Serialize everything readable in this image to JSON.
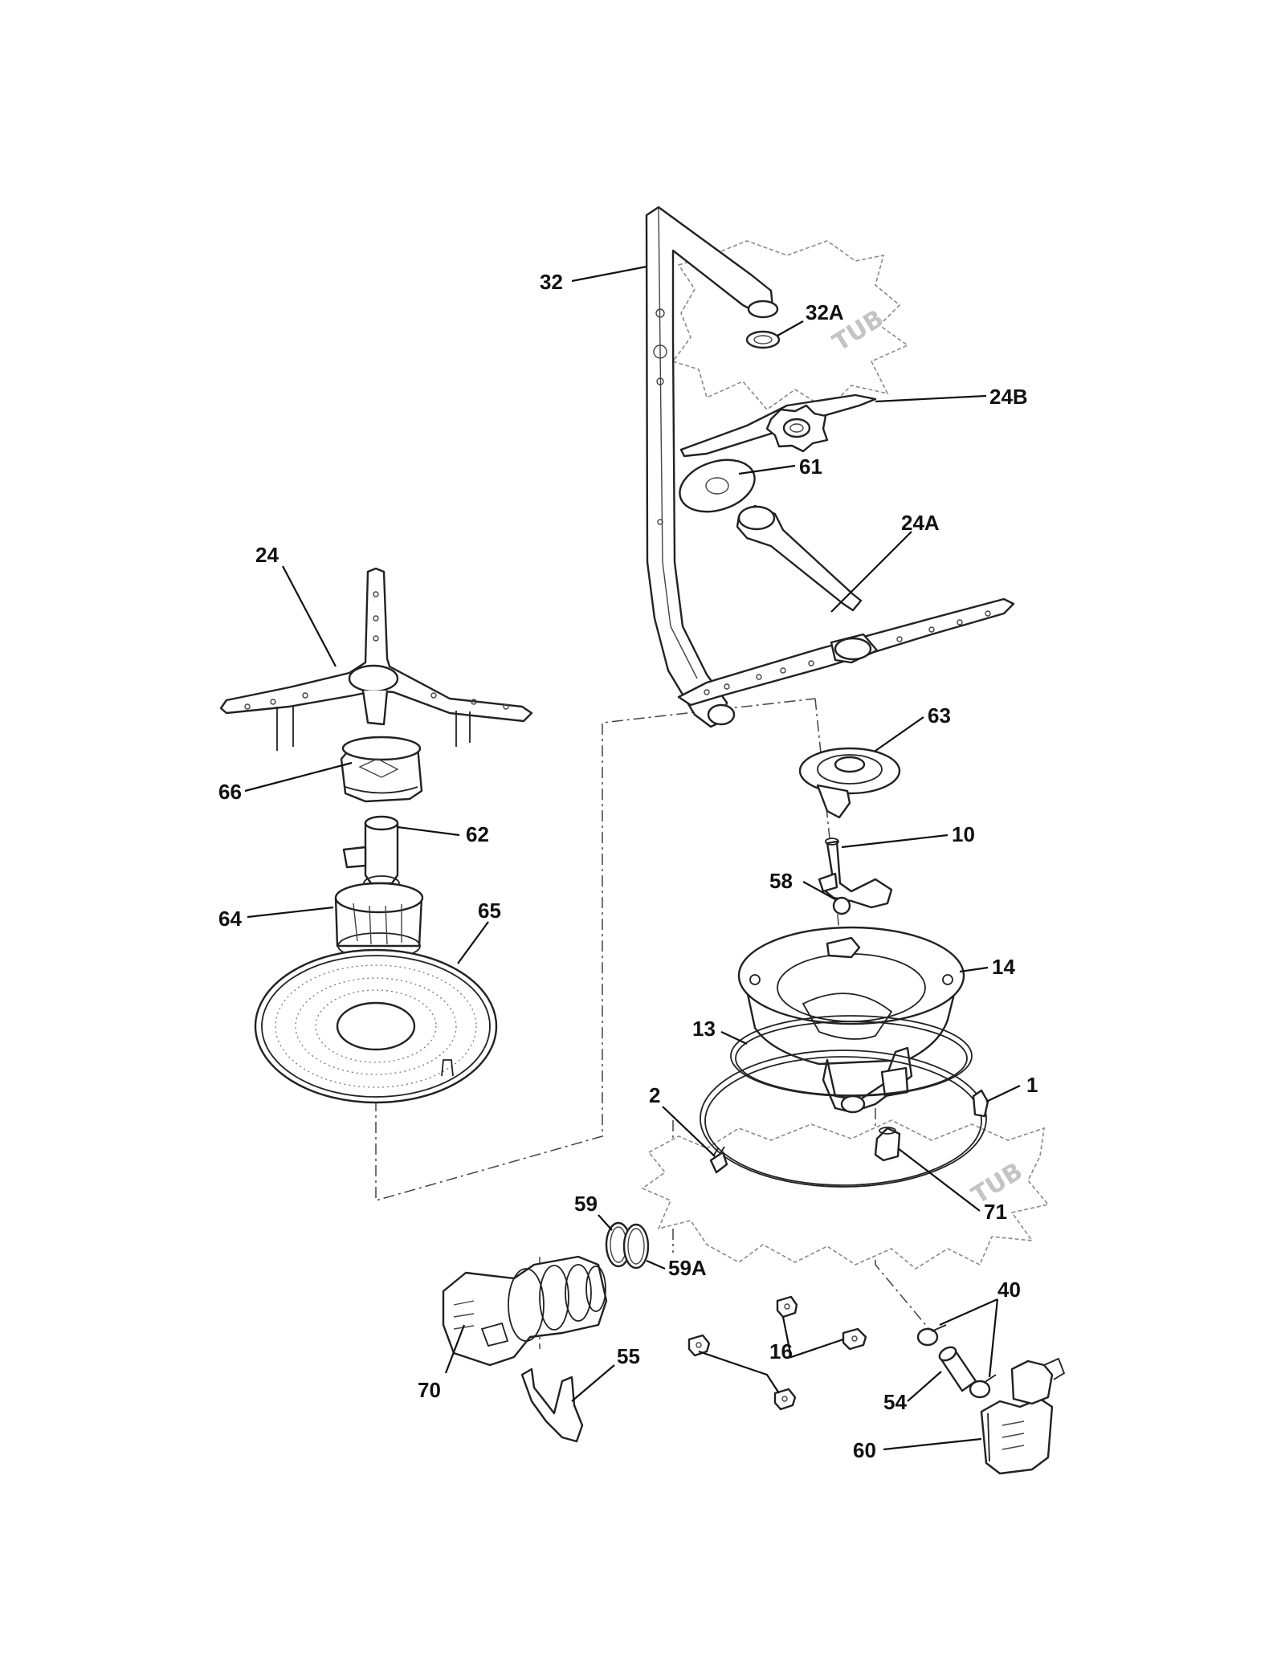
{
  "diagram": {
    "tub_label": "TUB",
    "callouts": {
      "p1": "1",
      "p2": "2",
      "p10": "10",
      "p13": "13",
      "p14": "14",
      "p16": "16",
      "p24": "24",
      "p24a": "24A",
      "p24b": "24B",
      "p32": "32",
      "p32a": "32A",
      "p40": "40",
      "p54": "54",
      "p55": "55",
      "p58": "58",
      "p59": "59",
      "p59a": "59A",
      "p60": "60",
      "p61": "61",
      "p62": "62",
      "p63": "63",
      "p64": "64",
      "p65": "65",
      "p66": "66",
      "p70": "70",
      "p71": "71"
    }
  }
}
